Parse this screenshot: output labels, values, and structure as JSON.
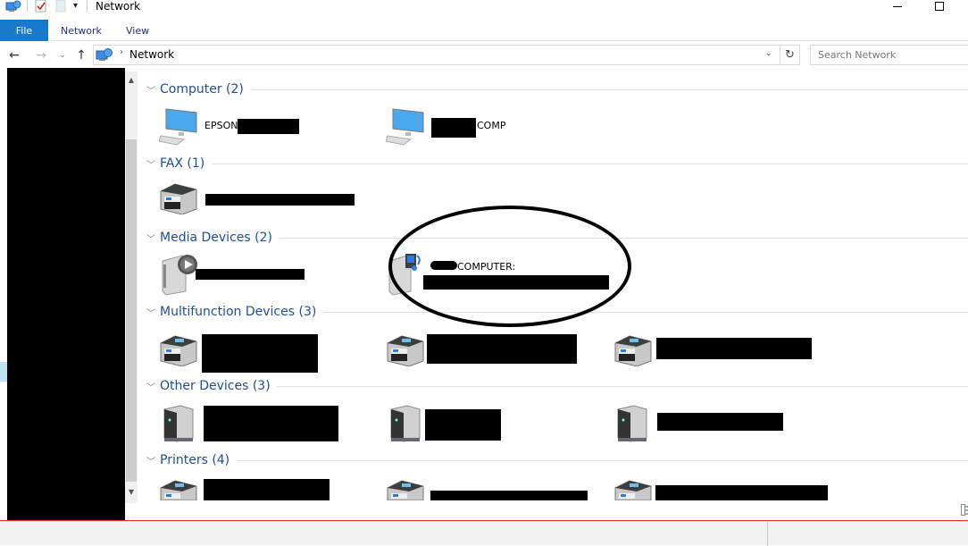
{
  "window": {
    "title": "Network",
    "controls": {
      "minimize": "—",
      "maximize": "☐"
    }
  },
  "quick_access": {
    "icons": [
      "network-icon",
      "properties-checkmark-icon",
      "new-folder-icon",
      "customize-dropdown-icon"
    ]
  },
  "ribbon": {
    "tabs": [
      {
        "label": "File",
        "active": true
      },
      {
        "label": "Network"
      },
      {
        "label": "View"
      }
    ]
  },
  "navigation": {
    "back": "←",
    "forward": "→",
    "recent": "⌄",
    "up": "↑",
    "address": {
      "separator": "›",
      "path": "Network",
      "dropdown": "⌄"
    },
    "refresh": "↻",
    "search": {
      "placeholder": "Search Network"
    }
  },
  "groups": [
    {
      "title": "Computer (2)",
      "items": [
        {
          "label": "EPSON",
          "icon": "computer-icon",
          "redacted": true
        },
        {
          "label": "COMP",
          "icon": "computer-icon",
          "redacted": true
        }
      ]
    },
    {
      "title": "FAX (1)",
      "items": [
        {
          "label": "",
          "icon": "fax-printer-icon",
          "redacted": true
        }
      ]
    },
    {
      "title": "Media Devices (2)",
      "items": [
        {
          "label": "",
          "icon": "media-server-play-icon",
          "redacted": true
        },
        {
          "label": "COMPUTER:",
          "icon": "media-server-music-video-icon",
          "redacted": true,
          "circled": true
        }
      ]
    },
    {
      "title": "Multifunction Devices (3)",
      "items": [
        {
          "label": "",
          "icon": "multifunction-printer-icon",
          "redacted": true
        },
        {
          "label": "",
          "icon": "multifunction-printer-icon",
          "redacted": true
        },
        {
          "label": "",
          "icon": "multifunction-printer-icon",
          "redacted": true
        }
      ]
    },
    {
      "title": "Other Devices (3)",
      "items": [
        {
          "label": "",
          "icon": "device-tower-icon",
          "redacted": true
        },
        {
          "label": "",
          "icon": "device-tower-icon",
          "redacted": true
        },
        {
          "label": "",
          "icon": "device-tower-icon",
          "redacted": true
        }
      ]
    },
    {
      "title": "Printers (4)",
      "items": [
        {
          "label": "",
          "icon": "printer-icon",
          "redacted": true
        },
        {
          "label": "",
          "icon": "printer-icon",
          "redacted": true
        },
        {
          "label": "",
          "icon": "printer-icon",
          "redacted": true
        }
      ]
    }
  ],
  "colors": {
    "file_tab": "#1979ca",
    "group_title": "#1e4e9a",
    "annotation_ellipse": "#000000",
    "status_line": "#d03a3a"
  }
}
